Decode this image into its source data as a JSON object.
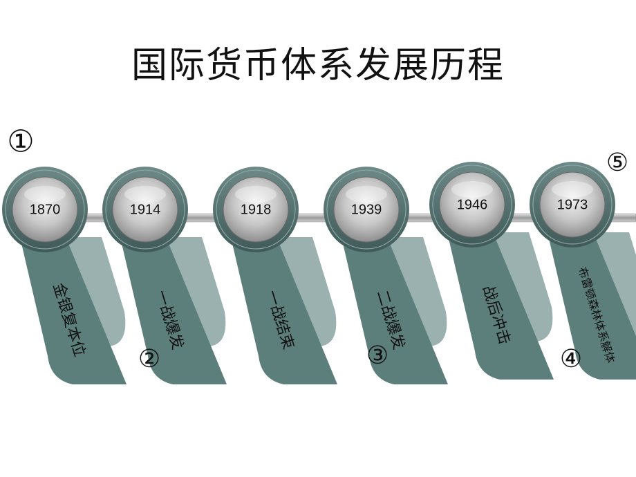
{
  "title": "国际货币体系发展历程",
  "colors": {
    "ribbon_dark": "#5c7f7c",
    "ribbon_light": "#8fa9a6",
    "ring": "#4d6a68"
  },
  "milestones": [
    {
      "year": "1870",
      "event": "金银复本位"
    },
    {
      "year": "1914",
      "event": "一战爆发"
    },
    {
      "year": "1918",
      "event": "一战结束"
    },
    {
      "year": "1939",
      "event": "二战爆发"
    },
    {
      "year": "1946",
      "event": "战后冲击"
    },
    {
      "year": "1973",
      "event": "布雷顿森林体系解体"
    }
  ],
  "stage_markers": [
    "①",
    "②",
    "③",
    "④",
    "⑤"
  ]
}
